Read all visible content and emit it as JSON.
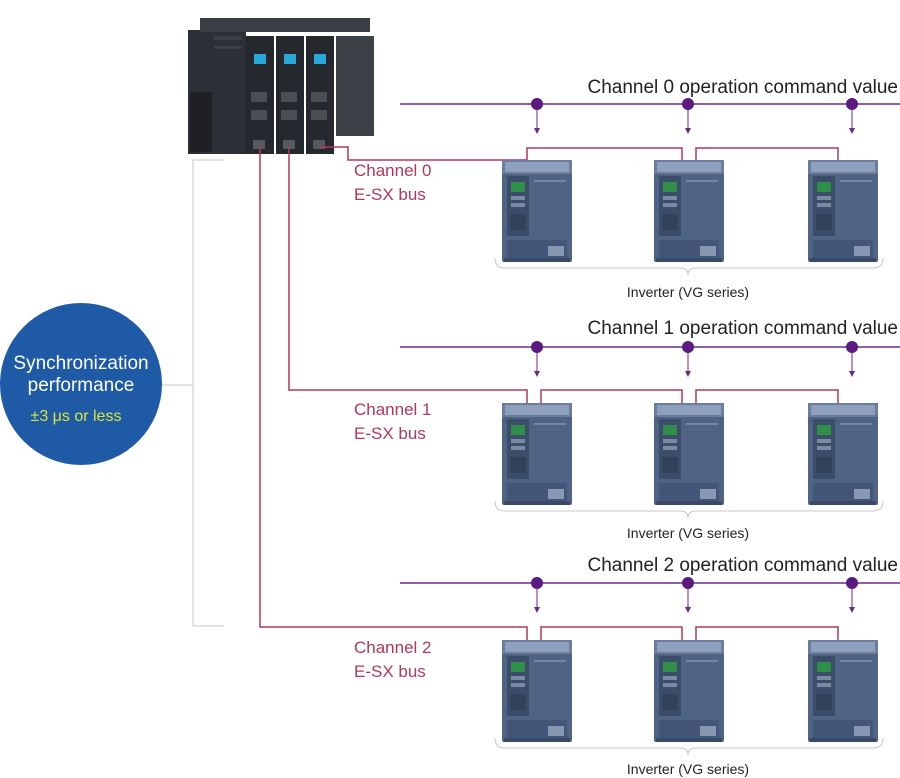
{
  "channels": [
    {
      "command_label": "Channel 0 operation command value",
      "bus_line1": "Channel 0",
      "bus_line2": "E-SX bus",
      "inverter_label": "Inverter (VG series)"
    },
    {
      "command_label": "Channel 1 operation command value",
      "bus_line1": "Channel 1",
      "bus_line2": "E-SX bus",
      "inverter_label": "Inverter (VG series)"
    },
    {
      "command_label": "Channel 2 operation command value",
      "bus_line1": "Channel 2",
      "bus_line2": "E-SX bus",
      "inverter_label": "Inverter (VG series)"
    }
  ],
  "sync": {
    "line1": "Synchronization",
    "line2": "performance",
    "value": "±3 μs or less"
  },
  "colors": {
    "command_line": "#6a2a8c",
    "command_node": "#5a1a80",
    "bus_line": "#b0385a",
    "circle_fill": "#1f5aa6",
    "circle_value_text": "#d6e63a",
    "inverter_body": "#4f6384",
    "controller_body": "#2a2d33"
  }
}
